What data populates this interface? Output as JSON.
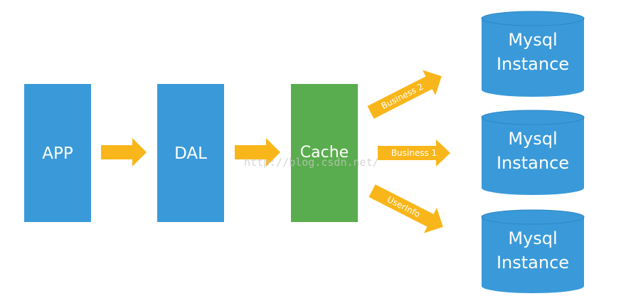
{
  "diagram": {
    "nodes": {
      "app": {
        "label": "APP",
        "color": "#3a9ad9"
      },
      "dal": {
        "label": "DAL",
        "color": "#3a9ad9"
      },
      "cache": {
        "label": "Cache",
        "color": "#5aad4e"
      }
    },
    "databases": [
      {
        "line1": "Mysql",
        "line2": "Instance"
      },
      {
        "line1": "Mysql",
        "line2": "Instance"
      },
      {
        "line1": "Mysql",
        "line2": "Instance"
      }
    ],
    "arrows": {
      "business2": "Business 2",
      "business1": "Business 1",
      "userinfo": "UserInfo"
    },
    "arrow_color": "#f9b61a",
    "db_color": "#3a9ad9",
    "watermark": "http://blog.csdn.net/"
  }
}
